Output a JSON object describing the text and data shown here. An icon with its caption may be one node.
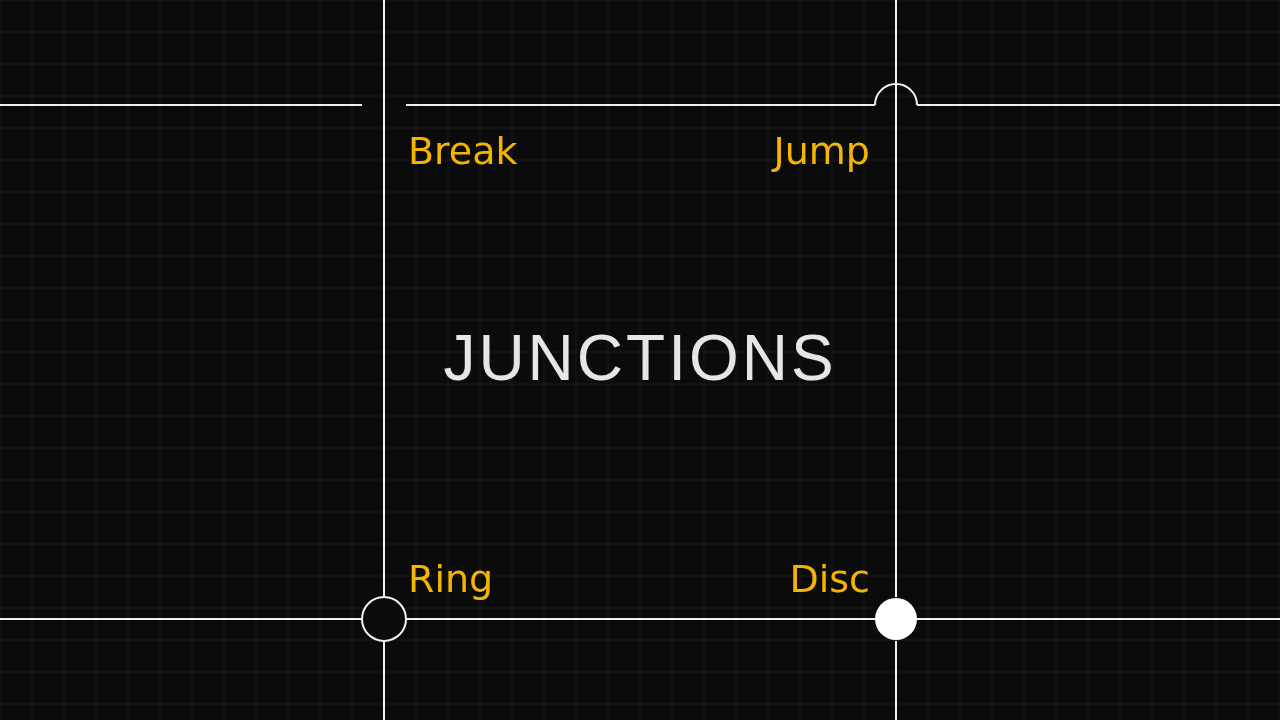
{
  "diagram": {
    "title": "JUNCTIONS",
    "labels": [
      "Break",
      "Jump",
      "Ring",
      "Disc"
    ]
  }
}
